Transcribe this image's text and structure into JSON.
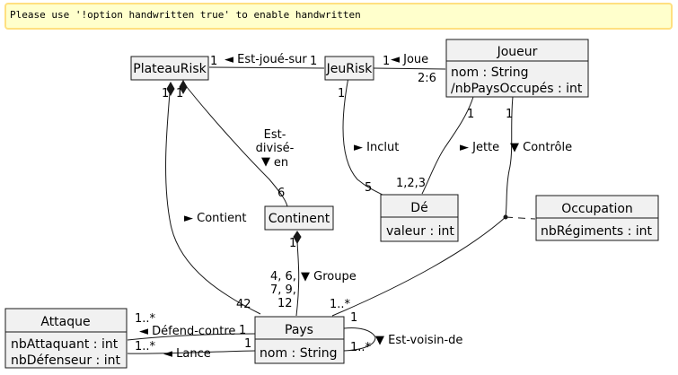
{
  "warning": "Please use '!option handwritten true' to enable handwritten",
  "classes": {
    "plateau": {
      "name": "PlateauRisk"
    },
    "jeu": {
      "name": "JeuRisk"
    },
    "joueur": {
      "name": "Joueur",
      "attrs": [
        "nom : String",
        "/nbPaysOccupés : int"
      ]
    },
    "continent": {
      "name": "Continent"
    },
    "de": {
      "name": "Dé",
      "attrs": [
        "valeur : int"
      ]
    },
    "occupation": {
      "name": "Occupation",
      "attrs": [
        "nbRégiments : int"
      ]
    },
    "attaque": {
      "name": "Attaque",
      "attrs": [
        "nbAttaquant : int",
        "nbDéfenseur : int"
      ]
    },
    "pays": {
      "name": "Pays",
      "attrs": [
        "nom : String"
      ]
    }
  },
  "associations": {
    "est_joue_sur": {
      "label": "◄ Est-joué-sur",
      "m1": "1",
      "m2": "1"
    },
    "joue": {
      "label": "◄ Joue",
      "m1": "1",
      "m2": "2:6"
    },
    "est_divise_en": {
      "lines": [
        "Est-",
        "divisé-",
        "en"
      ],
      "arrow": "▼",
      "m1": "1",
      "m2": "6"
    },
    "contient": {
      "label": "► Contient",
      "m1": "1",
      "m2": "42"
    },
    "inclut": {
      "label": "► Inclut",
      "m1": "1",
      "m2": "5"
    },
    "jette": {
      "label": "► Jette",
      "m1": "1",
      "m2": "1,2,3"
    },
    "controle": {
      "label": "▼ Contrôle",
      "m1": "1",
      "m2": "1..*"
    },
    "groupe": {
      "label": "▼ Groupe",
      "m1": "1",
      "m2_lines": [
        "4, 6,",
        "7, 9,",
        "12"
      ]
    },
    "defend_contre": {
      "label": "◄ Défend-contre",
      "m1": "1..*",
      "m2": "1"
    },
    "lance": {
      "label": "◄ Lance",
      "m1": "1..*",
      "m2": "1"
    },
    "est_voisin_de": {
      "label": "▼ Est-voisin-de",
      "m1": "1",
      "m2": "1..*"
    }
  },
  "colors": {
    "box_fill": "#f1f1f1",
    "box_stroke": "#181818",
    "warn_fill": "#ffffcc",
    "warn_stroke": "#ffe080"
  }
}
